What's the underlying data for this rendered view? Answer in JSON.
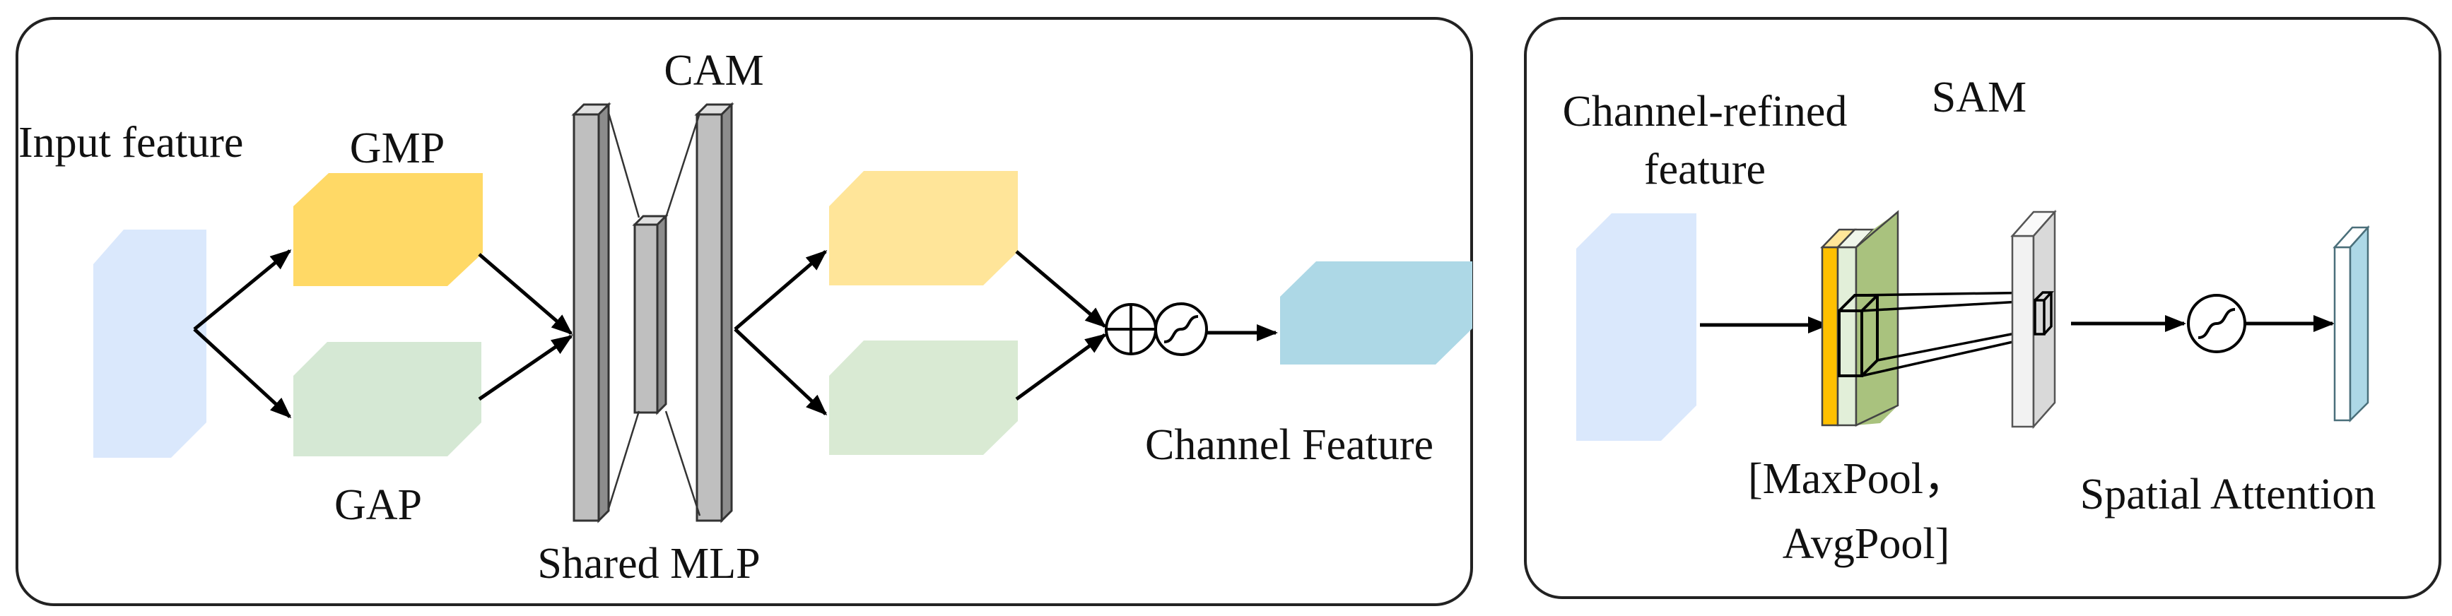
{
  "cam_panel": {
    "title": "CAM",
    "input_label": "Input feature",
    "gmp_label": "GMP",
    "gap_label": "GAP",
    "mlp_label": "Shared MLP",
    "output_label": "Channel Feature"
  },
  "sam_panel": {
    "title": "SAM",
    "input_label_line1": "Channel-refined",
    "input_label_line2": "feature",
    "pool_label_line1": "[MaxPool，",
    "pool_label_line2": "AvgPool]",
    "output_label": "Spatial Attention"
  },
  "colors": {
    "input_feature": "#dae8fc",
    "gmp": "#ffd966",
    "gap": "#d5e8d4",
    "mlp": "#bfbfbf",
    "out_gmp": "#ffe599",
    "out_gap": "#d9ead3",
    "channel_feature": "#add8e6",
    "spatial_map": "#add8e6",
    "border": "#333333"
  }
}
